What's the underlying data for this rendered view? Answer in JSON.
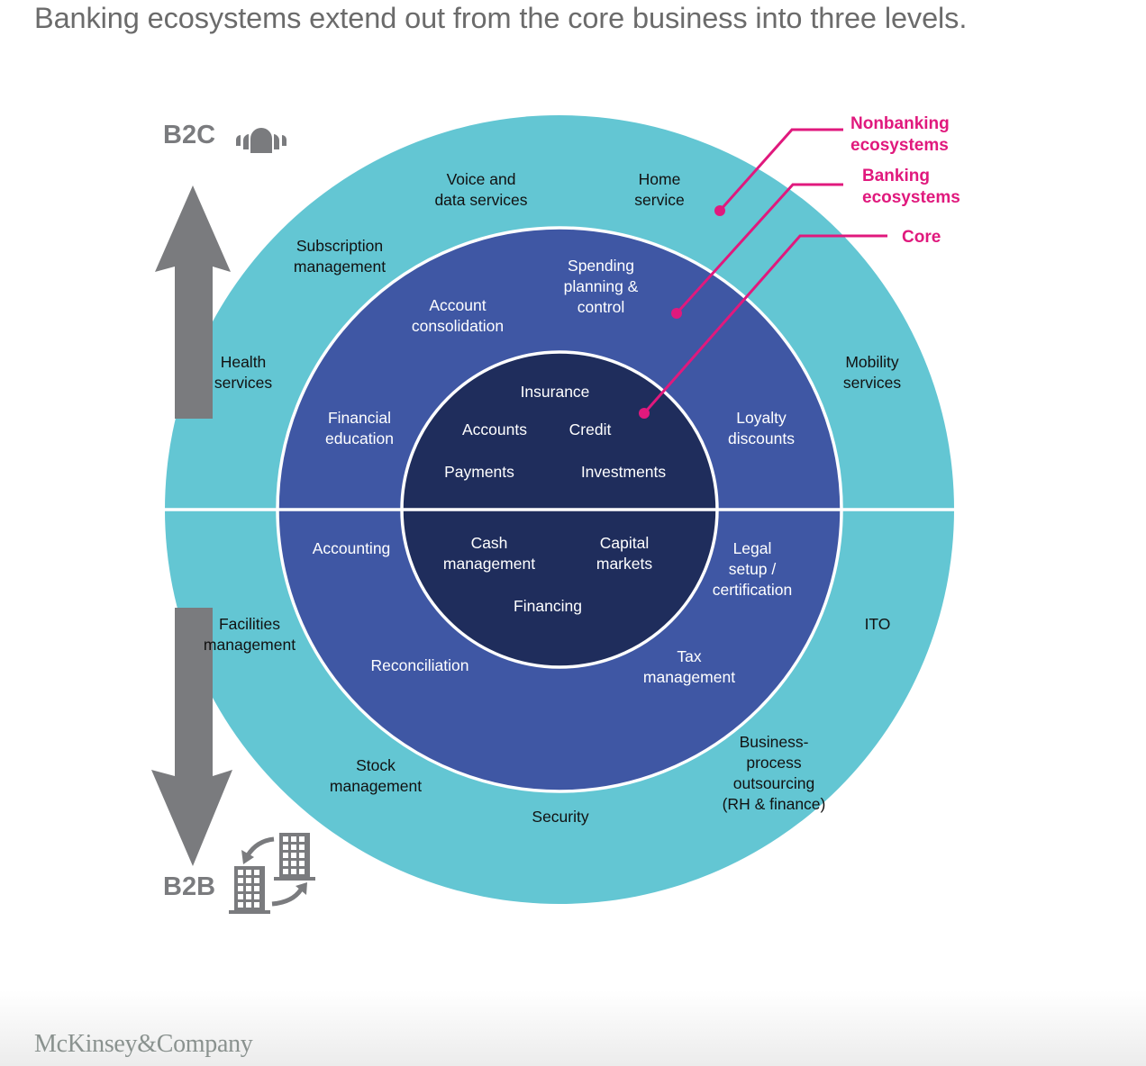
{
  "title": "Banking ecosystems extend out from the core business into three levels.",
  "axis": {
    "top_label": "B2C",
    "bottom_label": "B2B",
    "top_icon": "people-group-icon",
    "bottom_icon": "buildings-exchange-icon"
  },
  "legend": {
    "nonbanking": [
      "Nonbanking",
      "ecosystems"
    ],
    "banking": [
      "Banking",
      "ecosystems"
    ],
    "core": [
      "Core"
    ]
  },
  "colors": {
    "outer": "#63c6d3",
    "middle": "#3f57a4",
    "core": "#1f2d5c",
    "accent": "#e0197d",
    "arrow": "#7a7b7e"
  },
  "outer_ring": {
    "b2c": [
      [
        "Voice and",
        "data services"
      ],
      [
        "Home",
        "service"
      ],
      [
        "Subscription",
        "management"
      ],
      [
        "Health",
        "services"
      ],
      [
        "Mobility",
        "services"
      ]
    ],
    "b2b": [
      [
        "Facilities",
        "management"
      ],
      [
        "ITO"
      ],
      [
        "Stock",
        "management"
      ],
      [
        "Security"
      ],
      [
        "Business-",
        "process",
        "outsourcing",
        "(RH & finance)"
      ]
    ]
  },
  "middle_ring": {
    "b2c": [
      [
        "Spending",
        "planning &",
        "control"
      ],
      [
        "Account",
        "consolidation"
      ],
      [
        "Financial",
        "education"
      ],
      [
        "Loyalty",
        "discounts"
      ]
    ],
    "b2b": [
      [
        "Accounting"
      ],
      [
        "Legal",
        "setup /",
        "certification"
      ],
      [
        "Reconciliation"
      ],
      [
        "Tax",
        "management"
      ]
    ]
  },
  "core": {
    "b2c": [
      [
        "Insurance"
      ],
      [
        "Accounts"
      ],
      [
        "Credit"
      ],
      [
        "Payments"
      ],
      [
        "Investments"
      ]
    ],
    "b2b": [
      [
        "Cash",
        "management"
      ],
      [
        "Capital",
        "markets"
      ],
      [
        "Financing"
      ]
    ]
  },
  "footer": {
    "logo": "McKinsey&Company"
  }
}
